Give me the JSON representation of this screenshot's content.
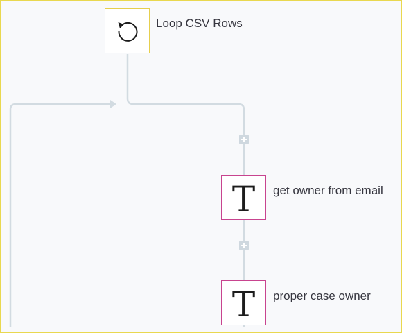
{
  "steps": [
    {
      "label": "Loop CSV Rows",
      "icon": "loop-icon",
      "border_color": "#e6cf4d"
    },
    {
      "label": "get owner from email",
      "icon": "text-formatter-icon",
      "border_color": "#c8448f"
    },
    {
      "label": "proper case owner",
      "icon": "text-formatter-icon",
      "border_color": "#c8448f"
    }
  ],
  "glyphs": {
    "text_formatter": "T"
  },
  "colors": {
    "canvas_border": "#e9d84f",
    "canvas_bg": "#f8f9fb",
    "connector": "#d2dbe1",
    "label_text": "#36363f"
  }
}
